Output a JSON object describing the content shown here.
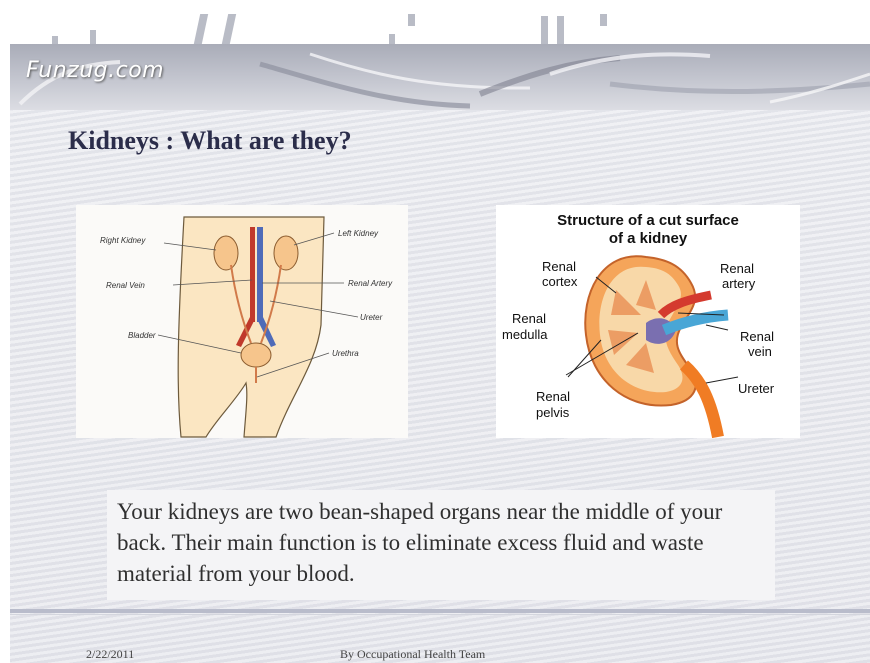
{
  "brand": "Funzug.com",
  "slide": {
    "title": "Kidneys : What are they?",
    "body": "Your kidneys are two bean-shaped organs near the middle of your back. Their main function is to eliminate excess fluid and waste material from your blood."
  },
  "left_diagram": {
    "labels": {
      "right_kidney": "Right Kidney",
      "left_kidney": "Left Kidney",
      "renal_vein": "Renal Vein",
      "renal_artery": "Renal Artery",
      "ureter": "Ureter",
      "bladder": "Bladder",
      "urethra": "Urethra"
    }
  },
  "right_diagram": {
    "title_line1": "Structure of a cut surface",
    "title_line2": "of a kidney",
    "labels": {
      "renal_cortex_1": "Renal",
      "renal_cortex_2": "cortex",
      "renal_artery_1": "Renal",
      "renal_artery_2": "artery",
      "renal_medulla_1": "Renal",
      "renal_medulla_2": "medulla",
      "renal_vein_1": "Renal",
      "renal_vein_2": "vein",
      "ureter": "Ureter",
      "renal_pelvis_1": "Renal",
      "renal_pelvis_2": "pelvis"
    }
  },
  "footer": {
    "date": "2/22/2011",
    "team": "By Occupational Health Team"
  }
}
